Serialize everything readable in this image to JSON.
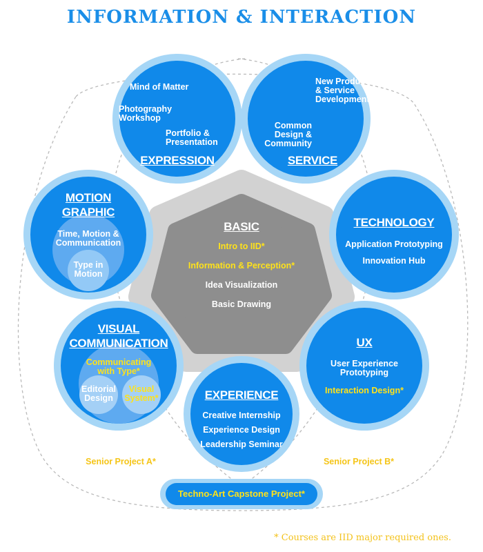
{
  "title": "INFORMATION & INTERACTION",
  "footnote": "* Courses are IID major required ones.",
  "colors": {
    "title": "#1a8ee8",
    "circle_fill": "#1089ea",
    "circle_ring": "#a6d6f6",
    "basic_fill": "#8e8e8e",
    "basic_outer": "#d2d2d2",
    "required_text": "#ffe21a",
    "senior_text": "#f5c518"
  },
  "expression": {
    "heading": "EXPRESSION",
    "items": [
      "Mind of Matter",
      "Photography Workshop",
      "Portfolio & Presentation"
    ]
  },
  "service": {
    "heading": "SERVICE",
    "items": [
      "New Product & Service Development",
      "Common Design & Community"
    ]
  },
  "motion_graphic": {
    "heading": "MOTION GRAPHIC",
    "items": [
      "Time, Motion & Communication",
      "Type in Motion"
    ]
  },
  "technology": {
    "heading": "TECHNOLOGY",
    "items": [
      "Application Prototyping",
      "Innovation Hub"
    ]
  },
  "basic": {
    "heading": "BASIC",
    "items": [
      "Intro to IID*",
      "Information & Perception*",
      "Idea Visualization",
      "Basic Drawing"
    ]
  },
  "visual_communication": {
    "heading": "VISUAL COMMUNICATION",
    "items": [
      "Communicating with Type*",
      "Editorial Design",
      "Visual System*"
    ]
  },
  "ux": {
    "heading": "UX",
    "items": [
      "User Experience Prototyping",
      "Interaction Design*"
    ]
  },
  "experience": {
    "heading": "EXPERIENCE",
    "items": [
      "Creative Internship",
      "Experience Design",
      "Leadership Seminar"
    ]
  },
  "senior_a": "Senior Project A*",
  "senior_b": "Senior Project B*",
  "capstone": "Techno-Art Capstone Project*"
}
